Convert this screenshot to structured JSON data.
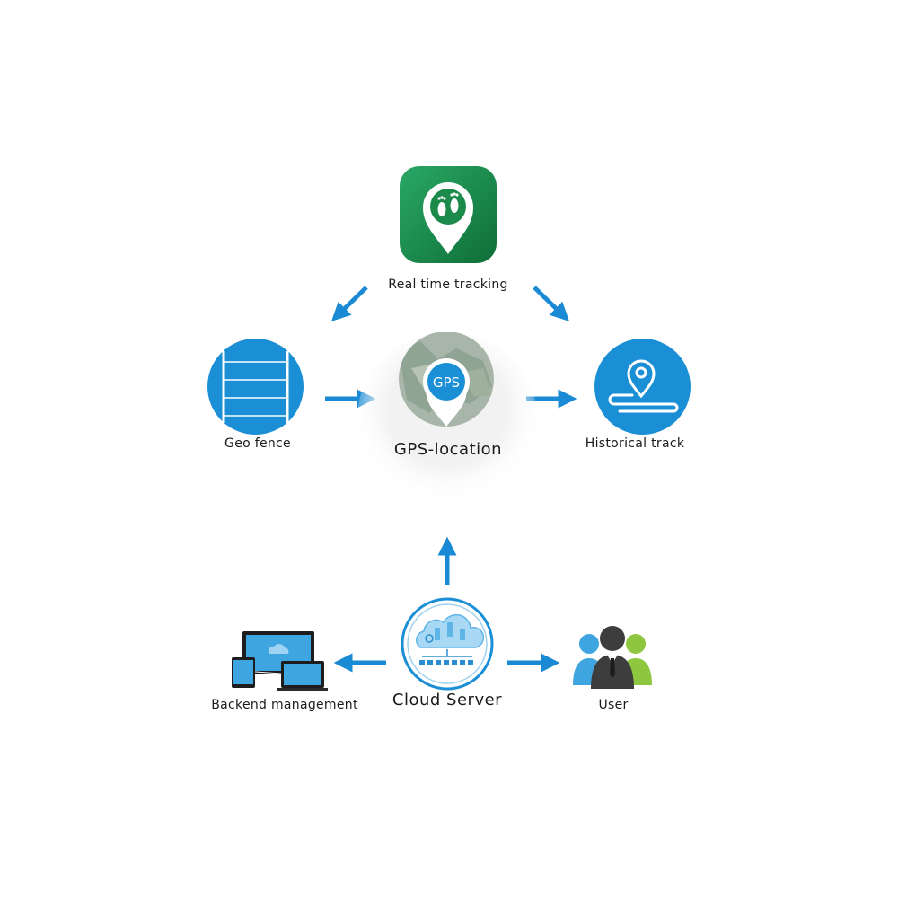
{
  "nodes": {
    "realtime": {
      "label": "Real time tracking",
      "icon": "footprint-location-pin-icon"
    },
    "geofence": {
      "label": "Geo fence",
      "icon": "geo-fence-grid-icon"
    },
    "gps": {
      "label": "GPS-location",
      "badge": "GPS",
      "icon": "gps-pin-icon"
    },
    "historical": {
      "label": "Historical track",
      "icon": "route-pin-icon"
    },
    "cloud": {
      "label": "Cloud Server",
      "icon": "cloud-server-icon"
    },
    "backend": {
      "label": "Backend management",
      "icon": "devices-icon"
    },
    "user": {
      "label": "User",
      "icon": "users-group-icon"
    }
  },
  "colors": {
    "arrow": "#1a8ad4",
    "primary_blue": "#1a8fd6",
    "green_dark": "#0e7a3c",
    "green_light": "#2aa866",
    "text": "#1a1a1a"
  }
}
